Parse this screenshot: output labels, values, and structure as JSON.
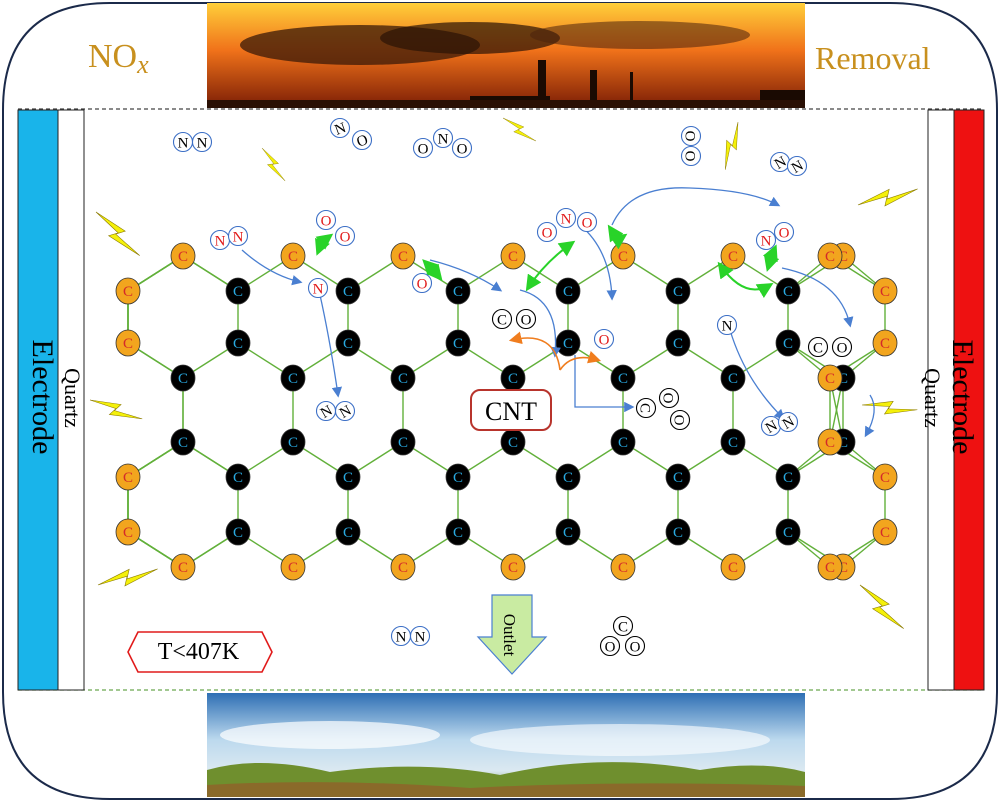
{
  "header": {
    "left_title": "NO",
    "left_title_sub": "x",
    "right_title": "Removal"
  },
  "electrodes": {
    "left_label": "Electrode",
    "right_label": "Electrode",
    "left_color": "#19b4ea",
    "right_color": "#ee1111"
  },
  "quartz": {
    "left_label": "Quartz",
    "right_label": "Quartz"
  },
  "center": {
    "cnt_label": "CNT",
    "temperature_label": "T<407K",
    "outlet_label": "Outlet"
  },
  "atoms": {
    "carbon": "C",
    "nitrogen": "N",
    "oxygen": "O"
  },
  "colors": {
    "edge_carbon": "#f2a51e",
    "inner_carbon": "#000000",
    "bond": "#62b03a",
    "oxygen": "#e11b1b",
    "nitrogen_ring": "#3c6fc6",
    "arrow_blue": "#4a7fd1",
    "arrow_green": "#29d329",
    "arrow_orange": "#f07d1e",
    "lightning": "#f4f00a",
    "outlet_arrow": "#c9eba2",
    "title_gold": "#c8901e"
  }
}
